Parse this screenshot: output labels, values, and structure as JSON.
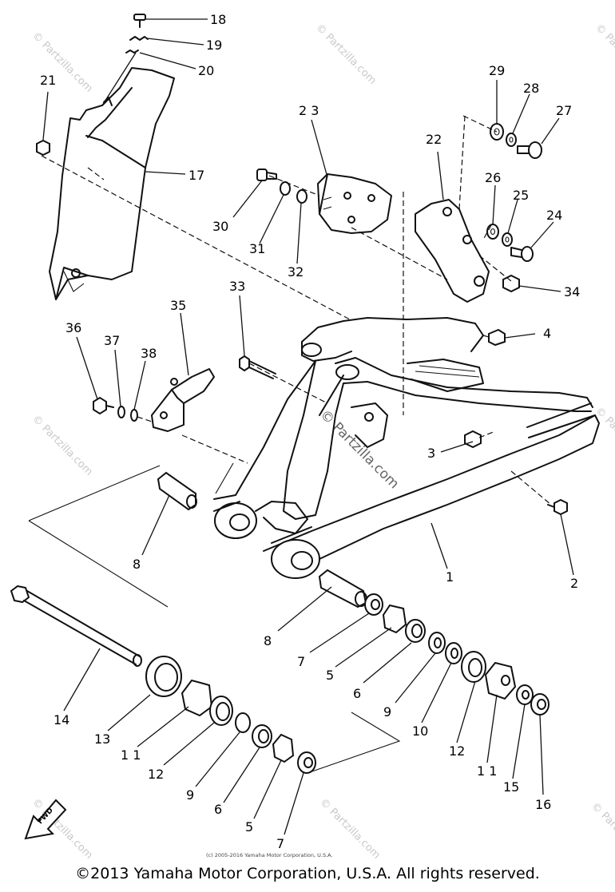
{
  "diagram": {
    "title": "",
    "callouts": [
      {
        "id": "1",
        "label": "1"
      },
      {
        "id": "2",
        "label": "2"
      },
      {
        "id": "3",
        "label": "3"
      },
      {
        "id": "4",
        "label": "4"
      },
      {
        "id": "5a",
        "label": "5"
      },
      {
        "id": "5b",
        "label": "5"
      },
      {
        "id": "6a",
        "label": "6"
      },
      {
        "id": "6b",
        "label": "6"
      },
      {
        "id": "7a",
        "label": "7"
      },
      {
        "id": "7b",
        "label": "7"
      },
      {
        "id": "8a",
        "label": "8"
      },
      {
        "id": "8b",
        "label": "8"
      },
      {
        "id": "9a",
        "label": "9"
      },
      {
        "id": "9b",
        "label": "9"
      },
      {
        "id": "10",
        "label": "10"
      },
      {
        "id": "11a",
        "label": "1 1"
      },
      {
        "id": "11b",
        "label": "1 1"
      },
      {
        "id": "12a",
        "label": "12"
      },
      {
        "id": "12b",
        "label": "12"
      },
      {
        "id": "13",
        "label": "13"
      },
      {
        "id": "14",
        "label": "14"
      },
      {
        "id": "15",
        "label": "15"
      },
      {
        "id": "16",
        "label": "16"
      },
      {
        "id": "17",
        "label": "17"
      },
      {
        "id": "18",
        "label": "18"
      },
      {
        "id": "19",
        "label": "19"
      },
      {
        "id": "20",
        "label": "20"
      },
      {
        "id": "21",
        "label": "21"
      },
      {
        "id": "22",
        "label": "22"
      },
      {
        "id": "23",
        "label": "2 3"
      },
      {
        "id": "24",
        "label": "24"
      },
      {
        "id": "25",
        "label": "25"
      },
      {
        "id": "26",
        "label": "26"
      },
      {
        "id": "27",
        "label": "27"
      },
      {
        "id": "28",
        "label": "28"
      },
      {
        "id": "29",
        "label": "29"
      },
      {
        "id": "30",
        "label": "30"
      },
      {
        "id": "31",
        "label": "31"
      },
      {
        "id": "32",
        "label": "32"
      },
      {
        "id": "33",
        "label": "33"
      },
      {
        "id": "34",
        "label": "34"
      },
      {
        "id": "35",
        "label": "35"
      },
      {
        "id": "36",
        "label": "36"
      },
      {
        "id": "37",
        "label": "37"
      },
      {
        "id": "38",
        "label": "38"
      }
    ],
    "fwd_label": "FWD",
    "watermark_text": "© Partzilla.com",
    "center_watermark": "© Partzilla.com",
    "small_credit": "(c) 2005-2016 Yamaha Motor Corporation, U.S.A."
  },
  "footer": {
    "copyright": "©2013 Yamaha Motor Corporation, U.S.A. All rights reserved."
  }
}
